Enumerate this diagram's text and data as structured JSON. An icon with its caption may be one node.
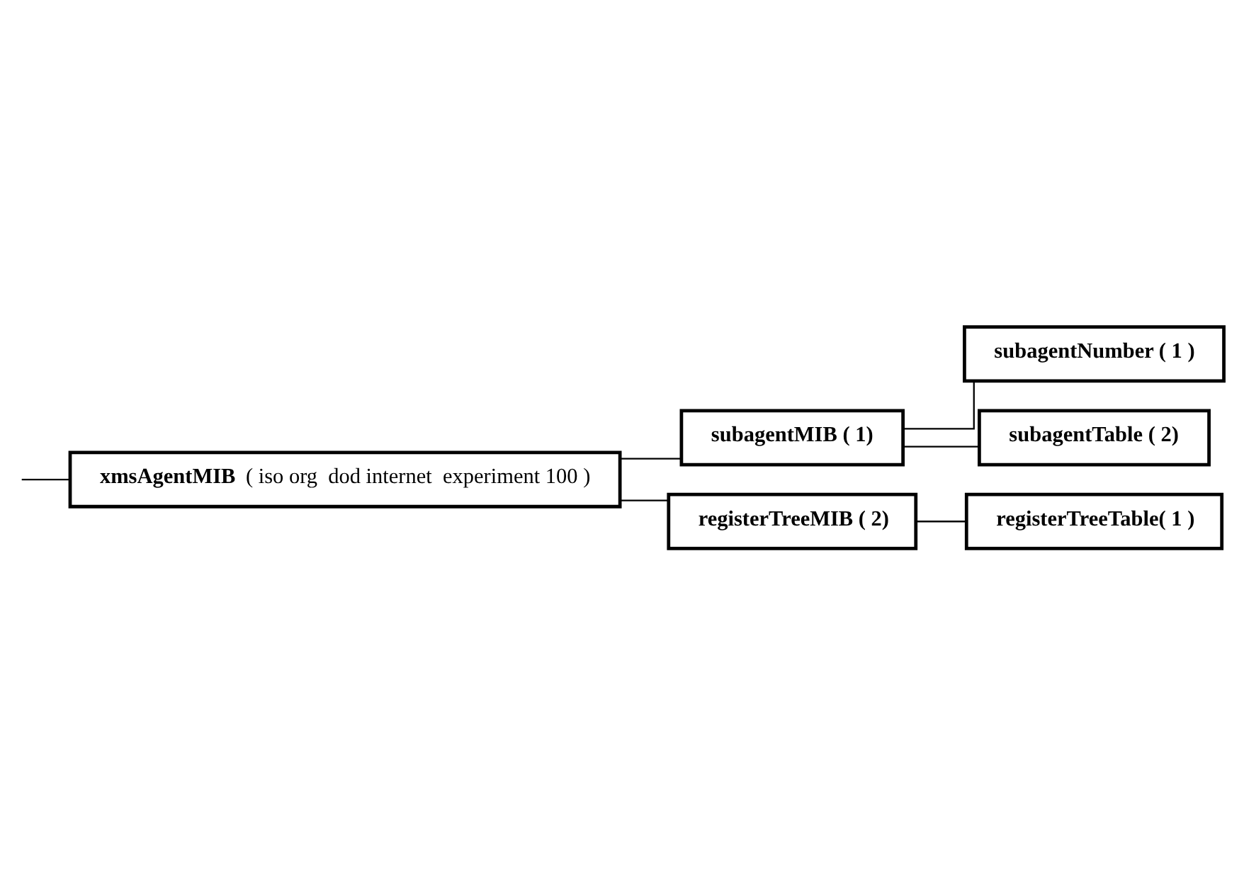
{
  "diagram": {
    "nodes": [
      {
        "text": [
          "xmsAgentMIB",
          "( iso org  dod internet  experiment 100 )"
        ]
      },
      {
        "text": [
          "subagentMIB ( 1)"
        ]
      },
      {
        "text": [
          "subagentNumber ( 1 )"
        ]
      },
      {
        "text": [
          "subagentTable ( 2)"
        ]
      },
      {
        "text": [
          "registerTreeMIB ( 2)"
        ]
      },
      {
        "text": [
          "registerTreeTable( 1 )"
        ]
      }
    ],
    "edges": [
      {
        "from": null,
        "to": 0,
        "arrow": "none"
      },
      {
        "from": 0,
        "to": 1,
        "arrow": "none"
      },
      {
        "from": 1,
        "to": 2,
        "arrow": "none"
      },
      {
        "from": 1,
        "to": 3,
        "arrow": "none"
      },
      {
        "from": 0,
        "to": 4,
        "arrow": "none"
      },
      {
        "from": 4,
        "to": 5,
        "arrow": "none"
      }
    ]
  }
}
